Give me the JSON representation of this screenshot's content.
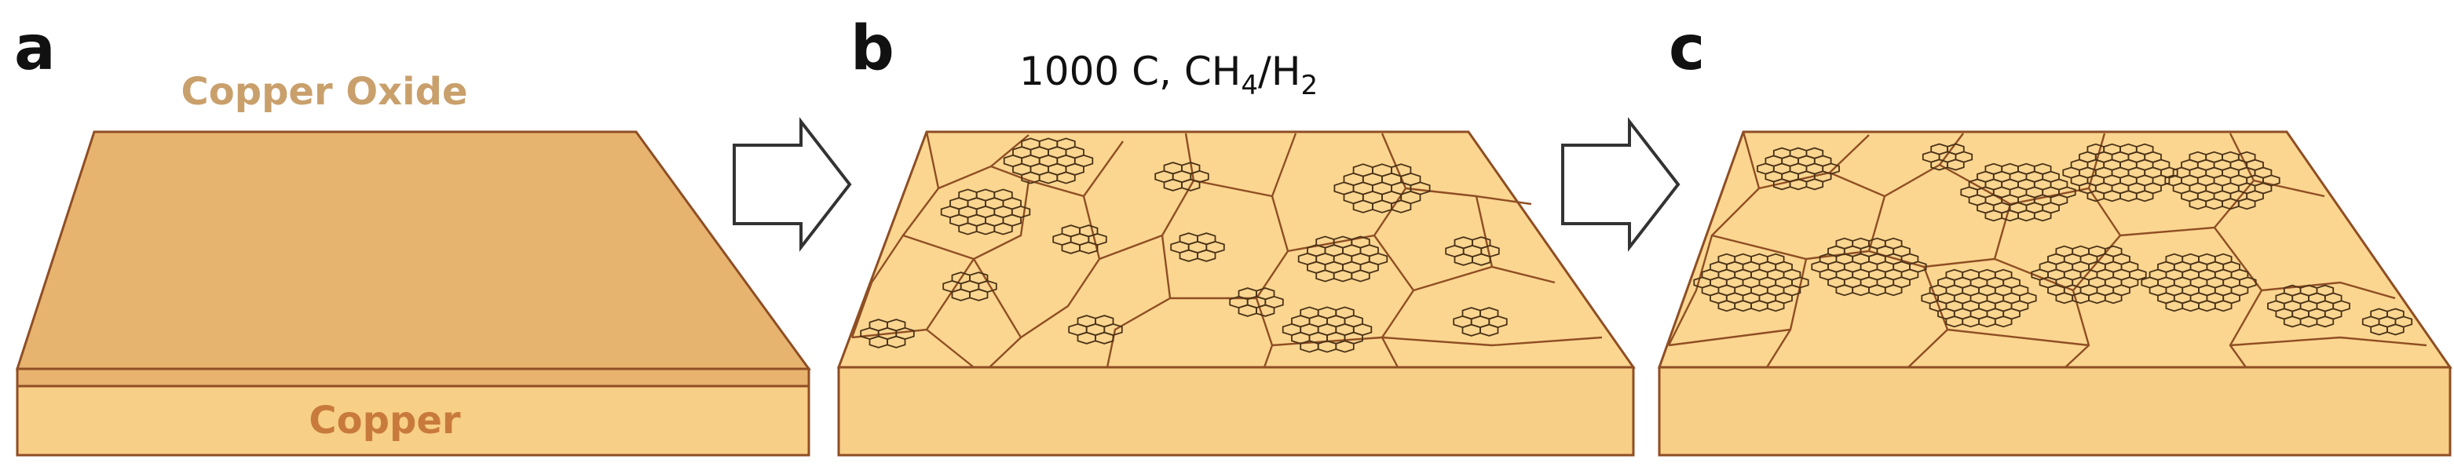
{
  "panels": [
    {
      "letter": "a",
      "top_label": "Copper Oxide",
      "bottom_label": "Copper"
    },
    {
      "letter": "b",
      "condition_text": "1000 C, CH",
      "condition_sub1": "4",
      "condition_mid": "/H",
      "condition_sub2": "2"
    },
    {
      "letter": "c"
    }
  ],
  "colors": {
    "oxide_top": "#E9B876",
    "oxide_front": "#E7B36F",
    "copper_slab": "#F7CF86",
    "substrate_top": "#FBD690",
    "edge": "#8F4E24",
    "label_oxide": "#C9A06C",
    "label_copper": "#C87A3C",
    "hexagon_stroke": "#4A3218",
    "arrow_stroke": "#333333"
  },
  "icons": [
    "right-arrow-icon",
    "right-arrow-icon"
  ]
}
